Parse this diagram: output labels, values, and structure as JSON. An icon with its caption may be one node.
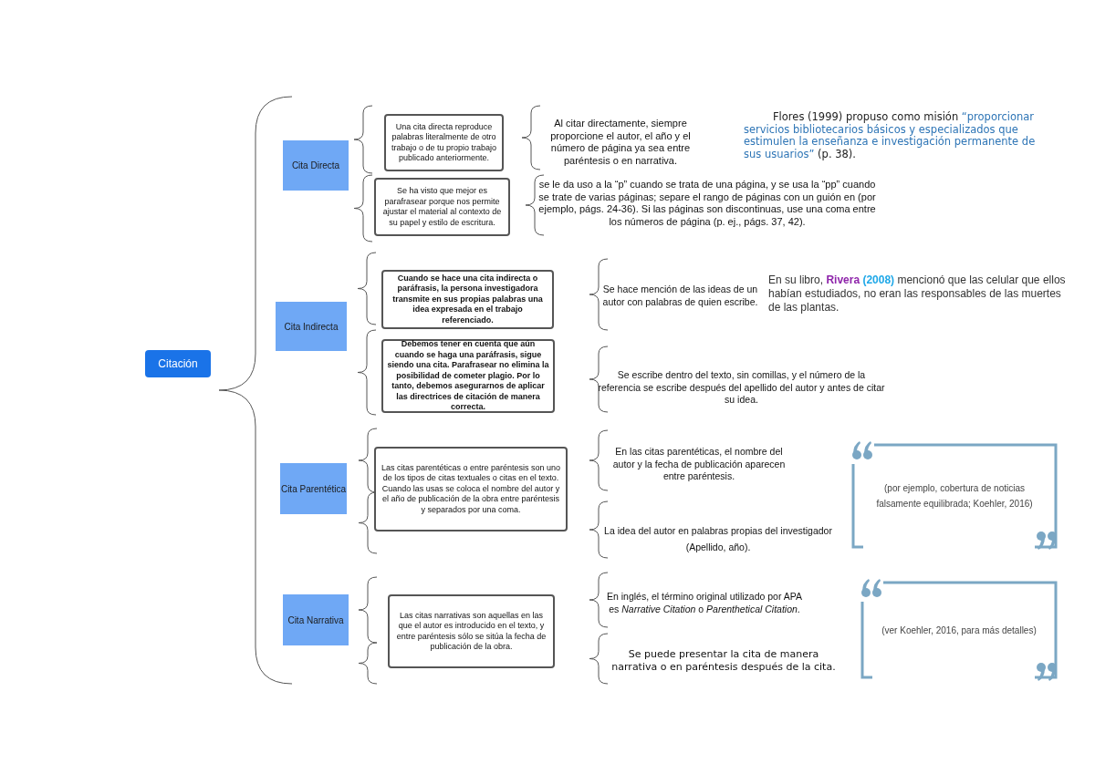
{
  "diagram": {
    "nodes": [
      {
        "text": [
          "Citación"
        ]
      },
      {
        "text": [
          "Cita Directa"
        ]
      },
      {
        "text": [
          "Una cita directa reproduce palabras literalmente de otro trabajo o de tu propio trabajo publicado anteriormente."
        ]
      },
      {
        "text": [
          "Se ha visto que mejor es parafrasear porque nos permite ajustar el material al contexto de su papel y estilo de escritura."
        ]
      },
      {
        "text": [
          "Cita Indirecta"
        ]
      },
      {
        "text": [
          "Cuando se hace una cita indirecta o paráfrasis, la persona investigadora transmite en sus propias palabras una idea expresada en el trabajo referenciado."
        ]
      },
      {
        "text": [
          "Debemos tener en cuenta que aún cuando se haga una paráfrasis, sigue siendo una cita. Parafrasear no elimina la posibilidad de cometer plagio. Por lo tanto, debemos asegurarnos de aplicar las directrices de citación de manera correcta."
        ]
      },
      {
        "text": [
          "Cita Parentética"
        ]
      },
      {
        "text": [
          "Las citas parentéticas  o entre paréntesis son uno de los tipos de citas textuales o citas en el texto. Cuando las usas se coloca el nombre del autor y el año de publicación de la obra entre paréntesis y separados por una coma."
        ]
      },
      {
        "text": [
          "(por ejemplo, cobertura de noticias falsamente equilibrada; Koehler, 2016)"
        ]
      },
      {
        "text": [
          "Cita Narrativa"
        ]
      },
      {
        "text": [
          "Las citas narrativas son aquellas en las que el autor es introducido en el texto, y entre paréntesis sólo se sitúa la fecha de publicación de la obra."
        ]
      },
      {
        "text": [
          "(ver Koehler, 2016, para más detalles)"
        ]
      }
    ],
    "edges": [],
    "labels": [
      "Al citar directamente, siempre proporcione el autor, el año y el número de página ya sea entre paréntesis o en narrativa.",
      "Flores (1999) propuso como misión",
      "“proporcionar servicios bibliotecarios básicos y especializados que estimulen la enseñanza e investigación permanente de sus usuarios”",
      "(p. 38).",
      "se le da uso a la  “p” cuando se trata de una página, y se usa la  “pp” cuando se trate de varias páginas; separe el rango de páginas con un guión en (por ejemplo, págs. 24-36). Si las páginas son discontinuas, use una coma entre los números de página (p. ej., págs. 37, 42).",
      "Se hace mención de las ideas de un autor con palabras de quien escribe.",
      "En su libro, **Rivera** **(2008)** mencionó que las celular que ellos habían estudiados, no eran las responsables de las muertes de las plantas.",
      "Se escribe dentro del texto, sin comillas, y el número de la referencia se escribe después del apellido del autor y antes de citar su idea.",
      "En las citas parentéticas, el nombre del autor y la fecha de publicación aparecen entre paréntesis.",
      "La idea del autor en palabras propias del investigador (Apellido, año).",
      "En inglés, el término original utilizado por APA es *Narrative Citation* o *Parenthetical Citation*.",
      "Se puede presentar la cita de manera narrativa o en paréntesis después de la cita."
    ]
  }
}
